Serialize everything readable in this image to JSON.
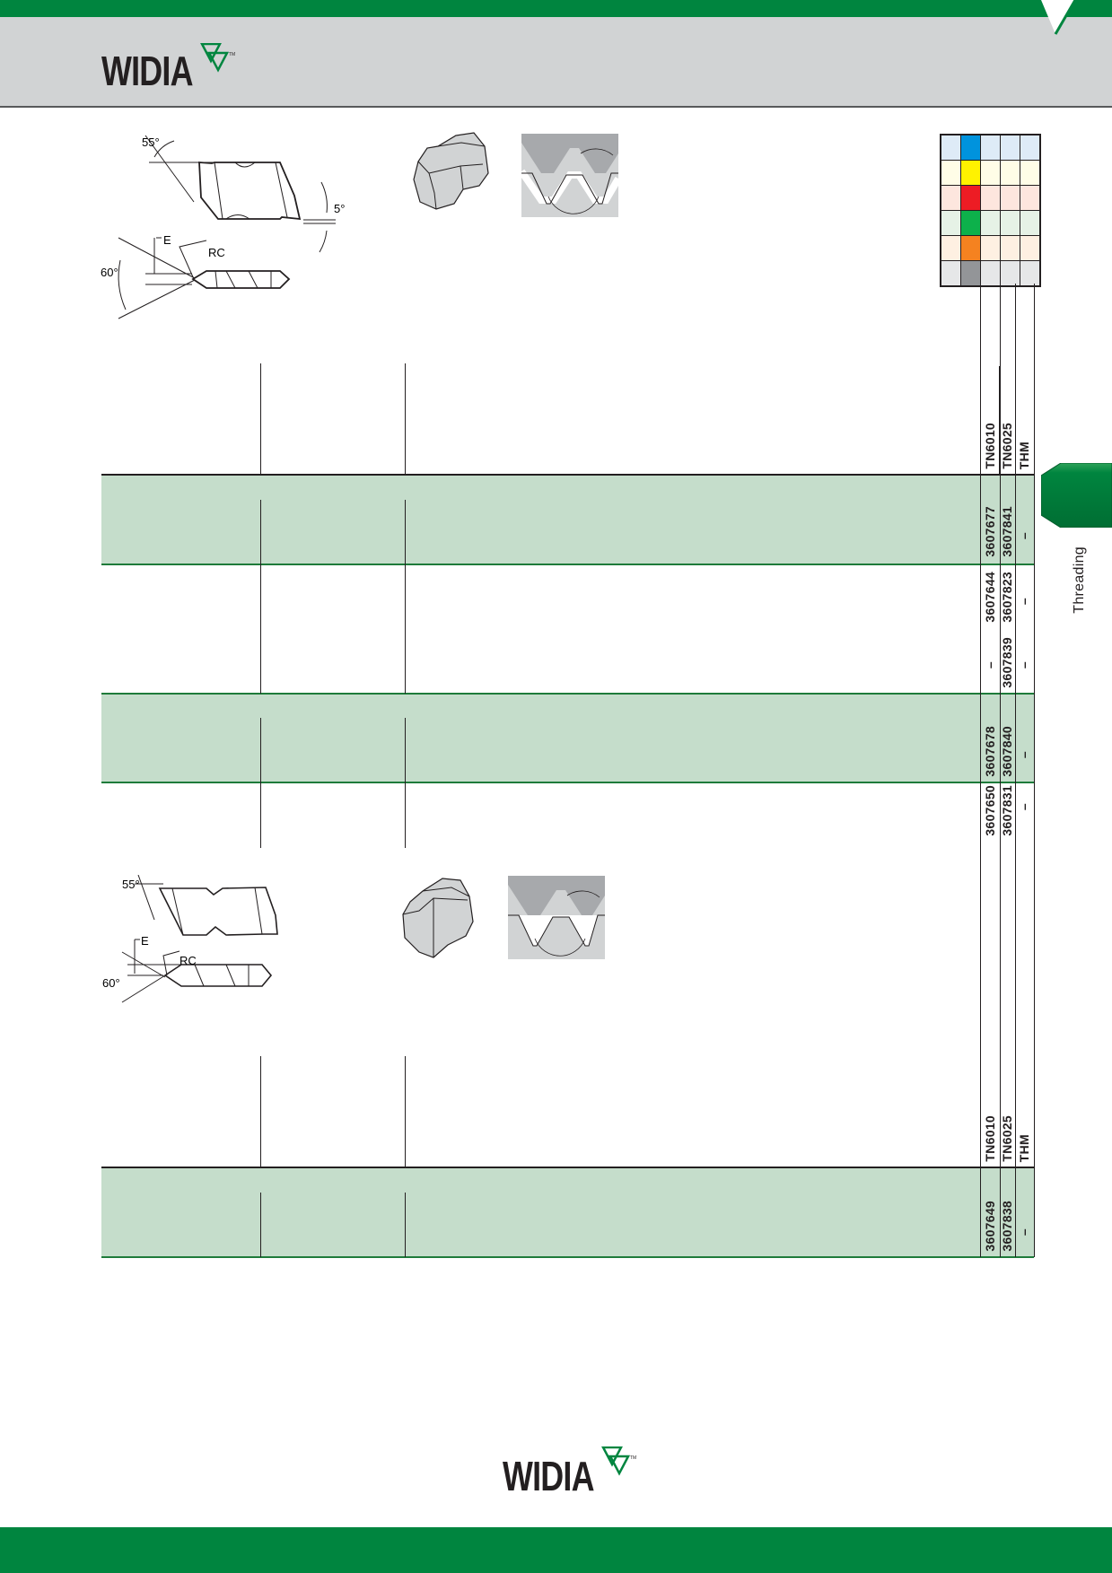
{
  "header": {
    "brand": "WIDIA",
    "trademark": "TM"
  },
  "side_tab": {
    "label": "Threading",
    "color": "#00853f"
  },
  "diagram_top": {
    "angle_top": "55°",
    "angle_side": "5°",
    "label_e": "E",
    "label_rc": "RC",
    "angle_profile": "60°"
  },
  "diagram_bottom": {
    "angle_top": "55°",
    "label_e": "E",
    "label_rc": "RC",
    "angle_profile": "60°"
  },
  "material_colors": [
    "#0093dd",
    "#fff200",
    "#ed1c24",
    "#0db14b",
    "#f58220",
    "#939598"
  ],
  "material_tints": [
    "#deebf7",
    "#fffde7",
    "#fde6de",
    "#e6f2e6",
    "#fef0e2",
    "#e6e7e8"
  ],
  "table_top": {
    "grades": [
      "TN6010",
      "TN6025",
      "THM"
    ],
    "rows": [
      {
        "tn6010": "3607677",
        "tn6025": "3607841",
        "thm": "–"
      },
      {
        "tn6010": "3607644",
        "tn6025": "3607823",
        "thm": "–"
      },
      {
        "tn6010": "–",
        "tn6025": "3607839",
        "thm": "–"
      },
      {
        "tn6010": "3607678",
        "tn6025": "3607840",
        "thm": "–"
      },
      {
        "tn6010": "3607650",
        "tn6025": "3607831",
        "thm": "–"
      }
    ]
  },
  "table_bottom": {
    "grades": [
      "TN6010",
      "TN6025",
      "THM"
    ],
    "rows": [
      {
        "tn6010": "3607649",
        "tn6025": "3607838",
        "thm": "–"
      }
    ]
  },
  "footer": {
    "brand": "WIDIA",
    "trademark": "TM"
  }
}
